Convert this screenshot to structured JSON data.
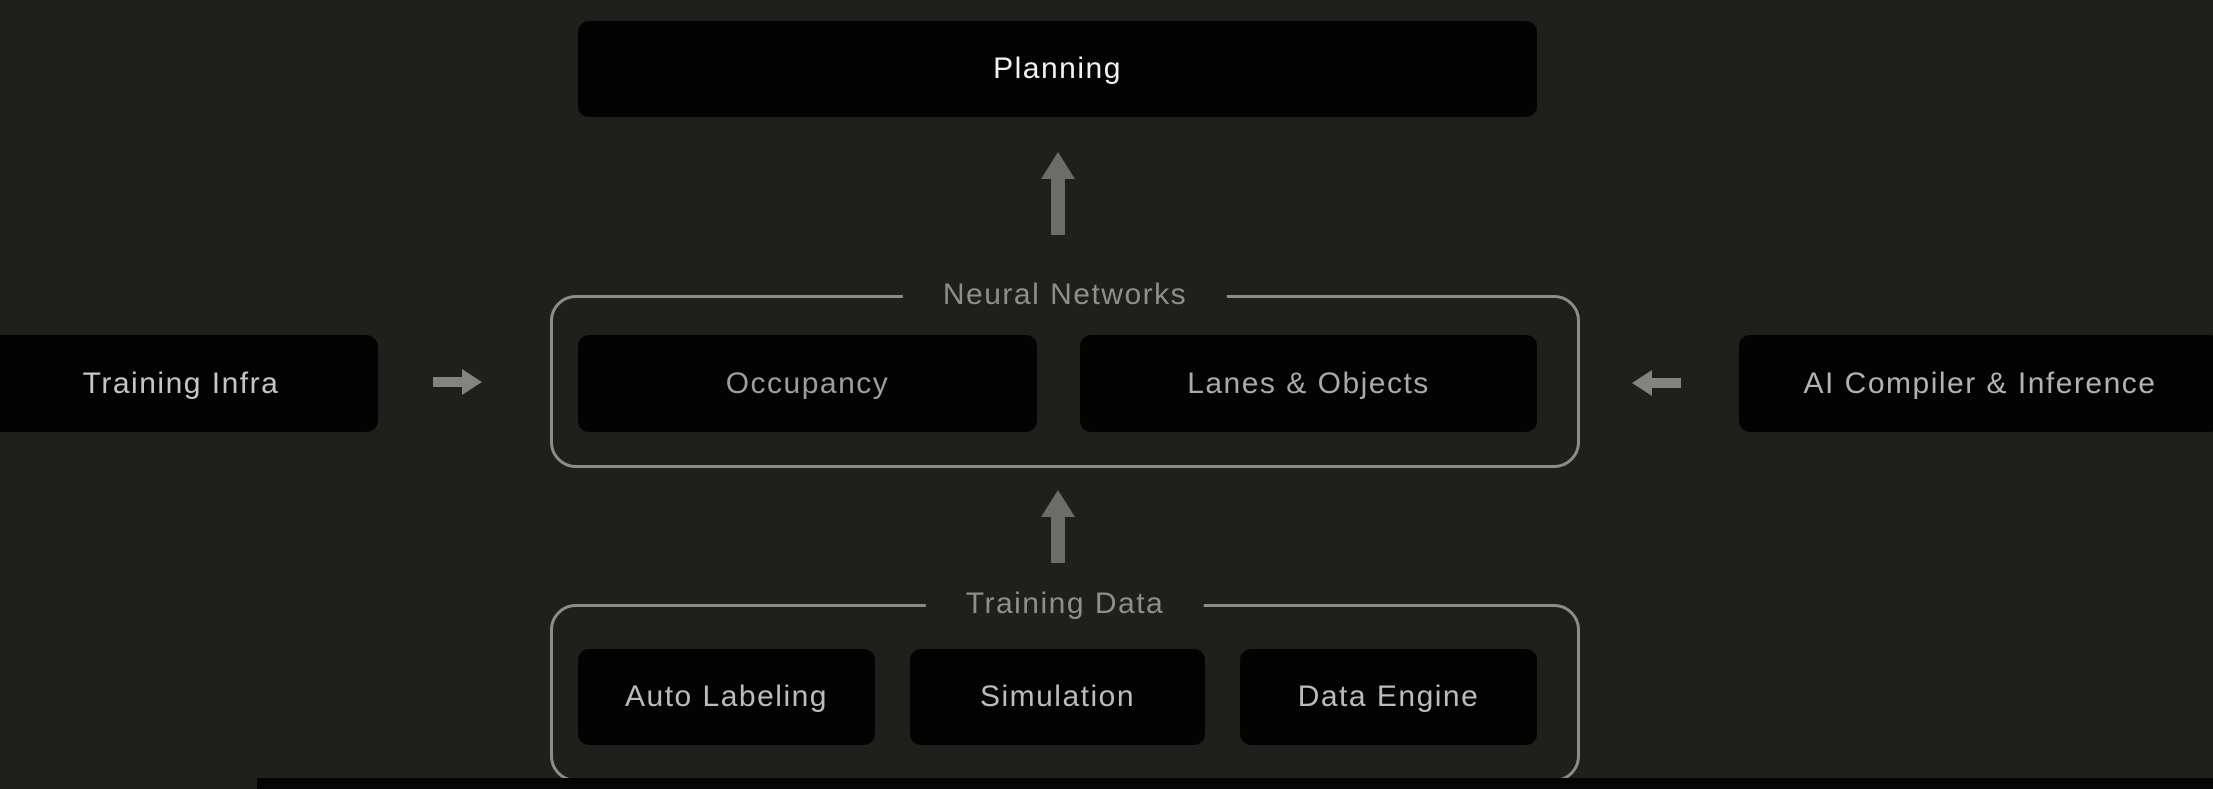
{
  "diagram": {
    "nodes": {
      "planning": "Planning",
      "training_infra": "Training Infra",
      "occupancy": "Occupancy",
      "lanes_objects": "Lanes & Objects",
      "ai_compiler_inference": "AI Compiler & Inference",
      "auto_labeling": "Auto Labeling",
      "simulation": "Simulation",
      "data_engine": "Data Engine"
    },
    "groups": {
      "neural_networks": "Neural Networks",
      "training_data": "Training Data"
    },
    "edges": [
      {
        "from": "neural_networks",
        "to": "planning",
        "icon": "arrow-up-icon"
      },
      {
        "from": "training_data",
        "to": "neural_networks",
        "icon": "arrow-up-icon"
      },
      {
        "from": "training_infra",
        "to": "neural_networks",
        "icon": "arrow-right-icon"
      },
      {
        "from": "ai_compiler_inference",
        "to": "neural_networks",
        "icon": "arrow-left-icon"
      }
    ],
    "colors": {
      "background": "#1f201c",
      "node_fill": "#030303",
      "group_border": "#8c8c8a",
      "group_label_text": "#8e8e8c",
      "planning_text": "#f2f2f0",
      "node_text": "#b2b2b0",
      "arrow_vertical": "#6c6c68",
      "arrow_horizontal": "#84847e",
      "bottom_bar": "#050505"
    }
  }
}
